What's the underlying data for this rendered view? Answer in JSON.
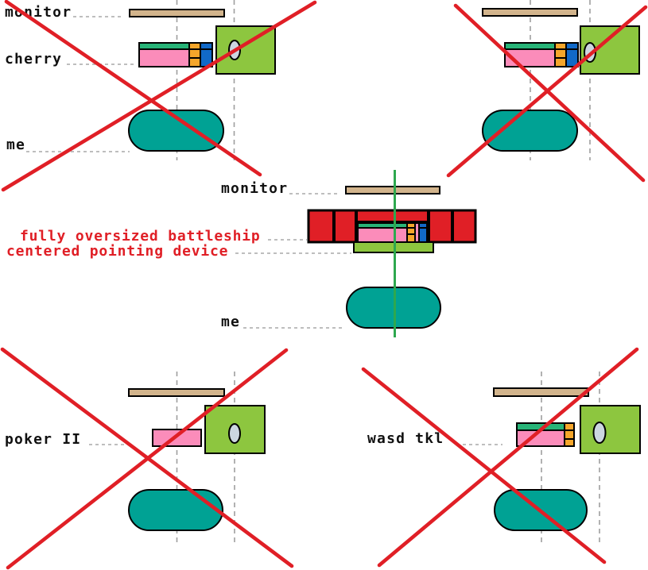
{
  "colors": {
    "red": "#e01f26",
    "tan": "#d2b48c",
    "pink": "#fb8cba",
    "kb-green": "#28b478",
    "orange": "#f5a62b",
    "blue": "#1169c8",
    "pad-green": "#8dc63f",
    "teal": "#00a294",
    "mouse-grey": "#ccd6e0",
    "guide-grey": "#9e9e9e",
    "conn-grey": "#a8a8a8",
    "axis-green": "#2ea84f"
  },
  "setups": {
    "top_left": {
      "crossed_out": true,
      "labels": {
        "monitor": "monitor",
        "keyboard": "cherry",
        "person": "me"
      }
    },
    "top_right": {
      "crossed_out": true,
      "labels": {}
    },
    "center": {
      "crossed_out": false,
      "labels": {
        "monitor": "monitor",
        "keyboard_line1": "fully oversized battleship",
        "keyboard_line2": "centered pointing device",
        "person": "me"
      }
    },
    "bottom_left": {
      "crossed_out": true,
      "labels": {
        "keyboard": "poker II"
      }
    },
    "bottom_right": {
      "crossed_out": true,
      "labels": {
        "keyboard": "wasd tkl"
      }
    }
  }
}
